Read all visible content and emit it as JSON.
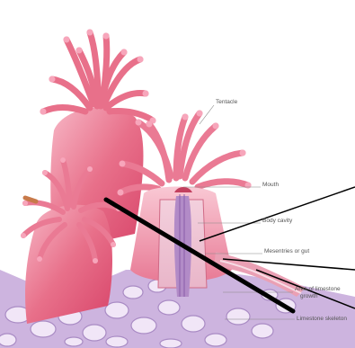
{
  "labels": {
    "tentacle": "Tentacle",
    "mouth": "Mouth",
    "body_cavity": "Body cavity",
    "mesentries": "Mesentries or gut",
    "area_limestone_1": "Area of limestone",
    "area_limestone_2": "growth",
    "limestone_skeleton": "Limestone skeleton"
  },
  "colors": {
    "polyp_pink": "#e8708a",
    "polyp_deep": "#d8456a",
    "polyp_light": "#f6b3c3",
    "skeleton_purple": "#a98bc4",
    "skeleton_light": "#efe3f6",
    "pointer_black": "#000000",
    "leader_gray": "#888888"
  }
}
